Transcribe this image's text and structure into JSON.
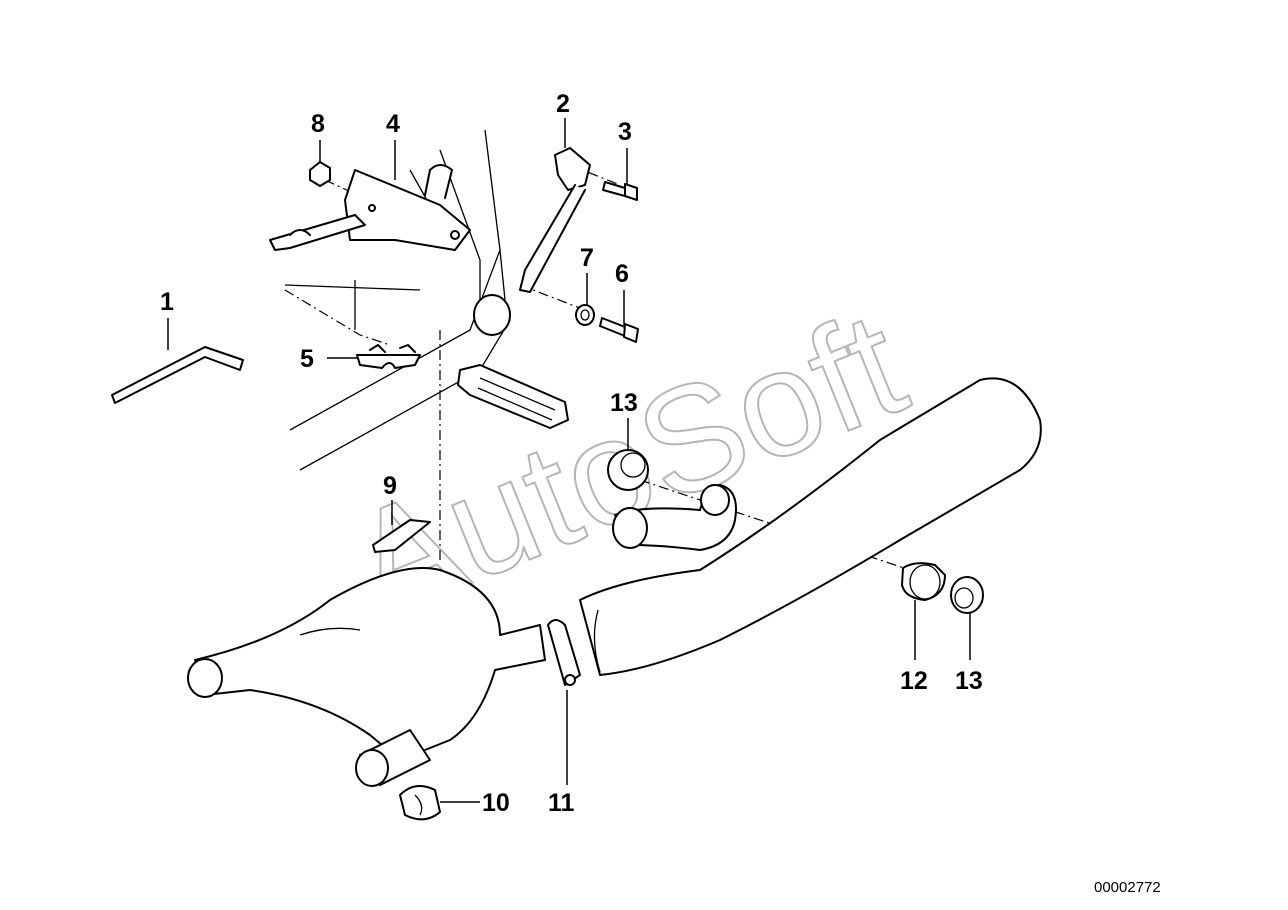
{
  "watermark": "AutoSoft",
  "document_id": "00002772",
  "callouts": {
    "c1": "1",
    "c2": "2",
    "c3": "3",
    "c4": "4",
    "c5": "5",
    "c6": "6",
    "c7": "7",
    "c8": "8",
    "c9": "9",
    "c10": "10",
    "c11": "11",
    "c12": "12",
    "c13a": "13",
    "c13b": "13"
  }
}
